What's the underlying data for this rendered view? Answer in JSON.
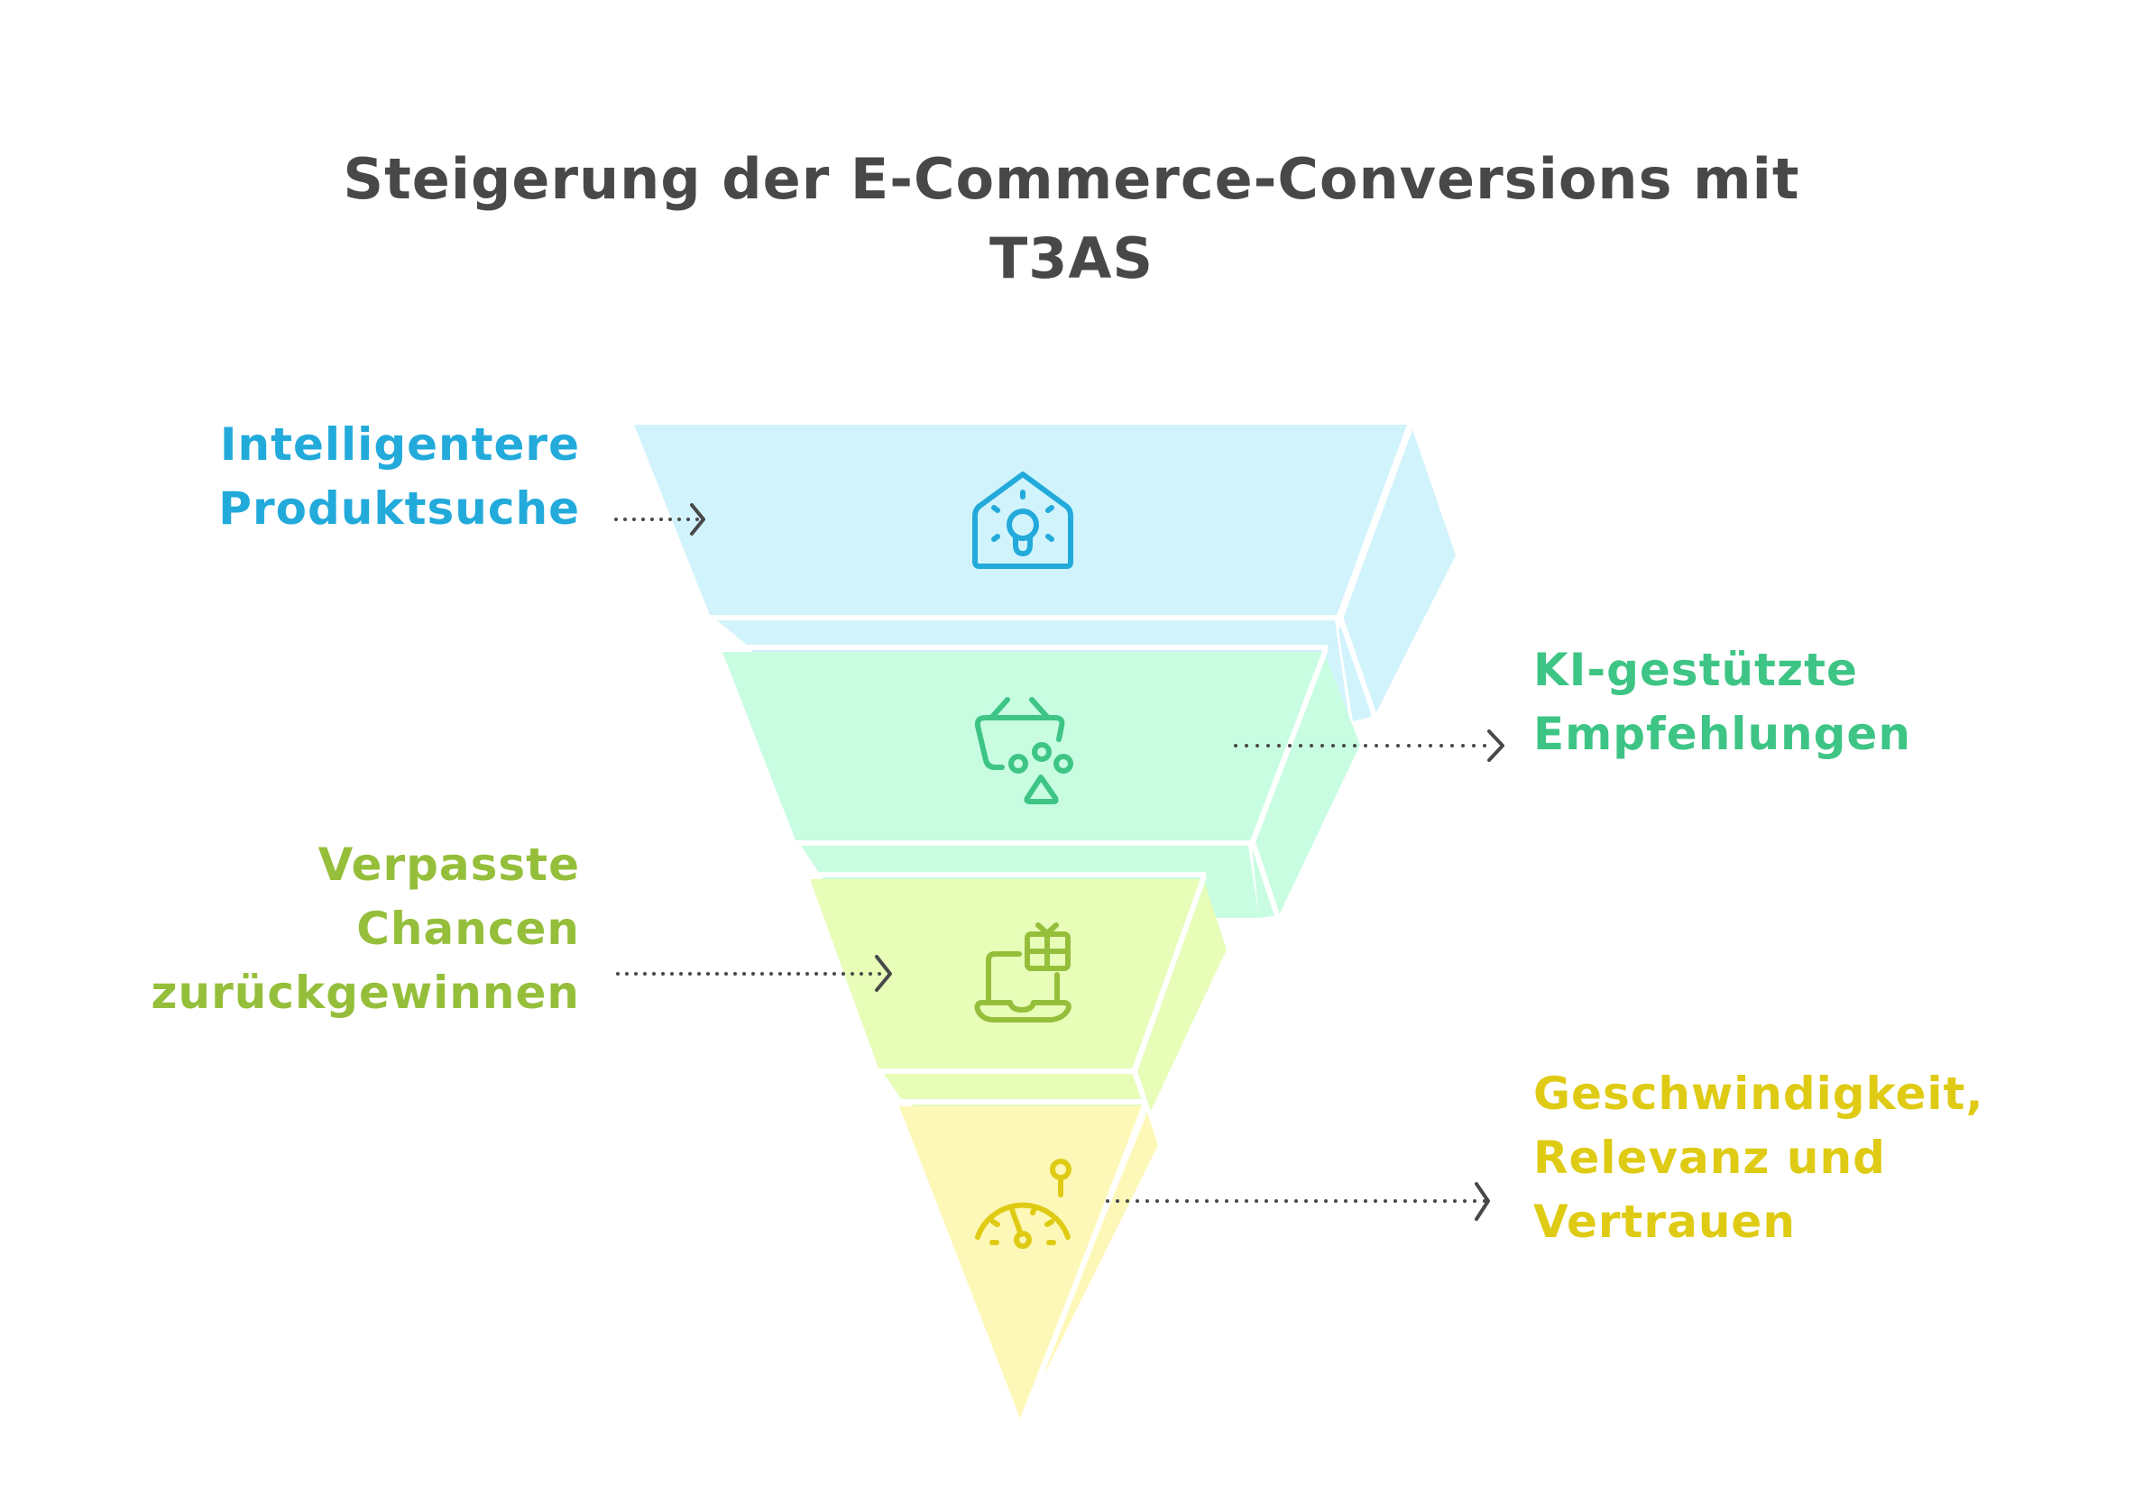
{
  "title": {
    "line1": "Steigerung der E-Commerce-Conversions mit",
    "line2": "T3AS"
  },
  "colors": {
    "title": "#484848",
    "connector": "#484848",
    "stage1_fill": "#d1f3fc",
    "stage1_accent": "#22aadb",
    "stage2_fill": "#c8fde2",
    "stage2_accent": "#3ec586",
    "stage3_fill": "#e7fdb8",
    "stage3_accent": "#95bf3b",
    "stage4_fill": "#fef8b8",
    "stage4_accent": "#dfcb14"
  },
  "stages": [
    {
      "label_lines": [
        "Intelligentere",
        "Produktsuche"
      ],
      "side": "left",
      "icon": "house-lightbulb-icon"
    },
    {
      "label_lines": [
        "KI-gestützte",
        "Empfehlungen"
      ],
      "side": "right",
      "icon": "shopping-basket-shapes-icon"
    },
    {
      "label_lines": [
        "Verpasste",
        "Chancen",
        "zurückgewinnen"
      ],
      "side": "left",
      "icon": "laptop-gift-icon"
    },
    {
      "label_lines": [
        "Geschwindigkeit,",
        "Relevanz und",
        "Vertrauen"
      ],
      "side": "right",
      "icon": "speedometer-icon"
    }
  ]
}
